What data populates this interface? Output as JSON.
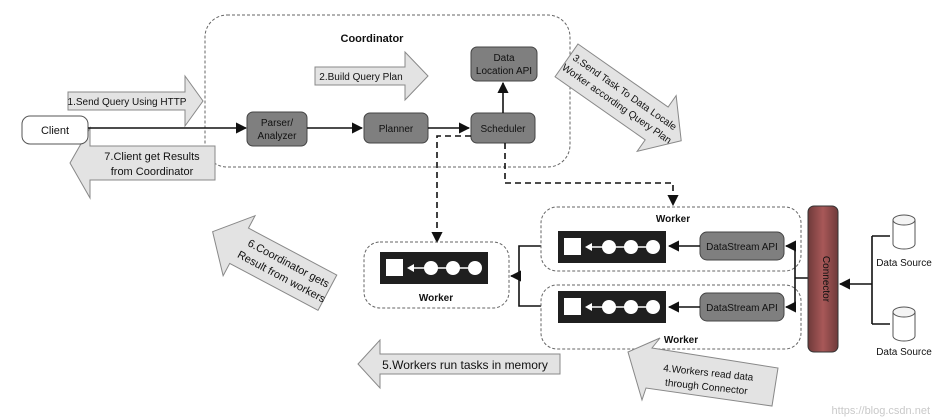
{
  "coordinator": {
    "title": "Coordinator"
  },
  "client": {
    "label": "Client"
  },
  "parser": {
    "label": [
      "Parser/",
      "Analyzer"
    ]
  },
  "planner": {
    "label": "Planner"
  },
  "scheduler": {
    "label": "Scheduler"
  },
  "data_location_api": {
    "label": [
      "Data",
      "Location API"
    ]
  },
  "steps": {
    "s1": "1.Send Query Using HTTP",
    "s2": "2.Build Query Plan",
    "s3": [
      "3.Send Task To Data Locale",
      "Worker according Query Plan"
    ],
    "s4": [
      "4.Workers read data",
      "through Connector"
    ],
    "s5": "5.Workers run tasks in memory",
    "s6": [
      "6.Coordinator gets",
      "Result from workers"
    ],
    "s7": [
      "7.Client get Results",
      "from Coordinator"
    ]
  },
  "workers": {
    "center": "Worker",
    "top_right": "Worker",
    "bottom_right": "Worker"
  },
  "datastream_api": {
    "top": "DataStream API",
    "bottom": "DataStream API"
  },
  "connector": {
    "label": "Connector"
  },
  "data_sources": {
    "top": "Data Source",
    "bottom": "Data Source"
  },
  "watermark": "https://blog.csdn.net",
  "colors": {
    "component_fill": "#7f7f7f",
    "step_arrow_fill": "#e3e3e3",
    "connector_fill": "#9c4a4a",
    "worker_panel_fill": "#1f1f1f"
  }
}
